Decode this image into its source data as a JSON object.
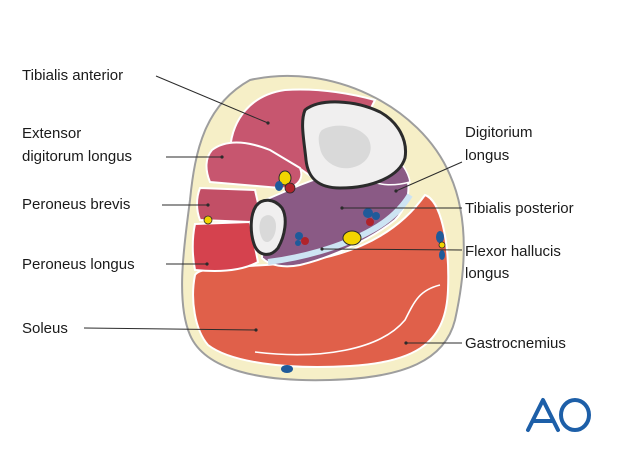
{
  "labels": {
    "tibialis_anterior": "Tibialis anterior",
    "extensor_line1": "Extensor",
    "extensor_line2": "digitorum longus",
    "peroneus_brevis": "Peroneus brevis",
    "peroneus_longus": "Peroneus longus",
    "soleus": "Soleus",
    "digitorum_line1": "Digitorium",
    "digitorum_line2": "longus",
    "tibialis_posterior": "Tibialis posterior",
    "flexor_line1": "Flexor hallucis",
    "flexor_line2": "longus",
    "gastrocnemius": "Gastrocnemius"
  },
  "logo": {
    "text": "AO"
  },
  "colors": {
    "skin_fill": "#f6efc7",
    "skin_outline": "#9e9e9e",
    "anterior_muscle": "#c7566f",
    "lateral_muscle": "#c24f66",
    "peroneus_longus_muscle": "#d5424e",
    "deep_posterior_muscle": "#8a5a85",
    "superficial_posterior_muscle": "#e0604a",
    "bone": "#f0efef",
    "bone_marrow": "#d9d9d9",
    "nerve_yellow": "#f3d400",
    "artery_red": "#b0232b",
    "vein_blue": "#1f5a9a",
    "fascia_blue": "#cde4f3",
    "logo_blue": "#1d5fa8"
  }
}
